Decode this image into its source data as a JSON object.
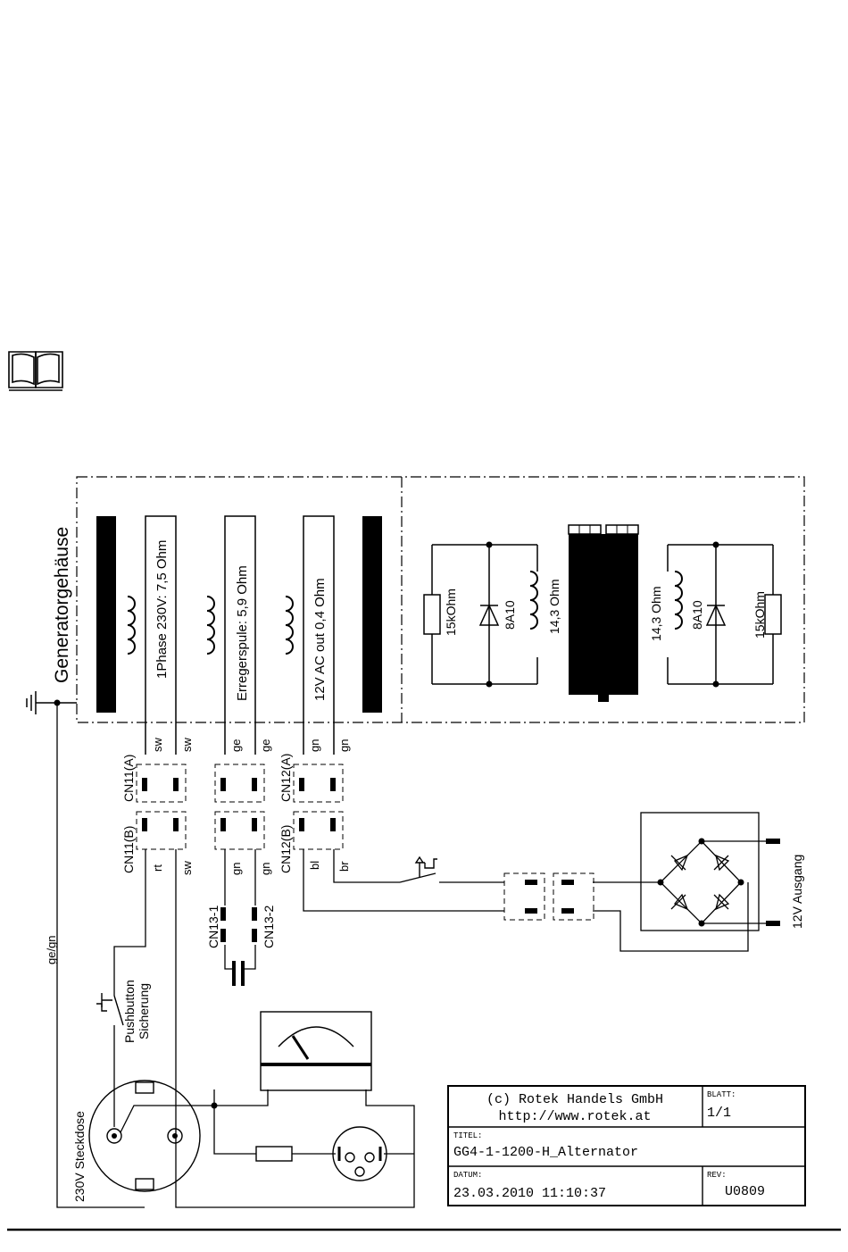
{
  "housing_label": "Generatorgehäuse",
  "windings": {
    "main": "1Phase 230V: 7,5 Ohm",
    "exciter": "Erregerspule: 5,9 Ohm",
    "aux": "12V AC out 0,4 Ohm"
  },
  "rotor_left": {
    "resistor": "15kOhm",
    "diode": "8A10",
    "coil": "14,3 Ohm"
  },
  "rotor_right": {
    "coil": "14,3 Ohm",
    "diode": "8A10",
    "resistor": "15kOhm"
  },
  "connectors": {
    "cn11a": "CN11(A)",
    "cn11b": "CN11(B)",
    "cn12a": "CN12(A)",
    "cn12b": "CN12(B)",
    "cn13_1": "CN13-1",
    "cn13_2": "CN13-2"
  },
  "wire_colors": {
    "sw": "sw",
    "ge": "ge",
    "gn": "gn",
    "rt": "rt",
    "bl": "bl",
    "br": "br",
    "gegn": "ge/gn"
  },
  "labels": {
    "pushbutton": "Pushbutton",
    "sicherung": "Sicherung",
    "steckdose": "230V Steckdose",
    "ausgang": "12V Ausgang"
  },
  "title_block": {
    "company": "(c) Rotek Handels GmbH",
    "url": "http://www.rotek.at",
    "blatt_label": "BLATT:",
    "blatt_value": "1/1",
    "titel_label": "TITEL:",
    "titel_value": "GG4-1-1200-H_Alternator",
    "datum_label": "DATUM:",
    "datum_value": "23.03.2010 11:10:37",
    "rev_label": "REV:",
    "rev_value": "U0809"
  }
}
